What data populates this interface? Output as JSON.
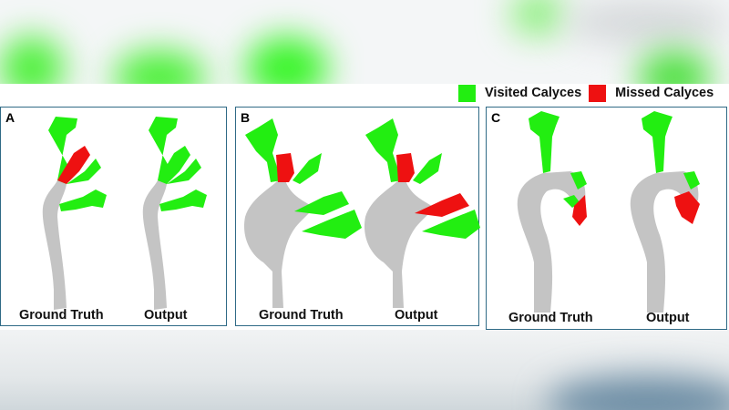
{
  "legend": {
    "items": [
      {
        "label": "Visited Calyces",
        "color": "#22ee11"
      },
      {
        "label": "Missed Calyces",
        "color": "#ee1111"
      }
    ]
  },
  "panels": [
    {
      "id": "A",
      "captions": [
        "Ground Truth",
        "Output"
      ]
    },
    {
      "id": "B",
      "captions": [
        "Ground Truth",
        "Output"
      ]
    },
    {
      "id": "C",
      "captions": [
        "Ground Truth",
        "Output"
      ]
    }
  ],
  "colors": {
    "visited": "#22ee11",
    "missed": "#ee1111",
    "tissue": "#c8c8c8",
    "panel_border": "#2f6a86"
  }
}
